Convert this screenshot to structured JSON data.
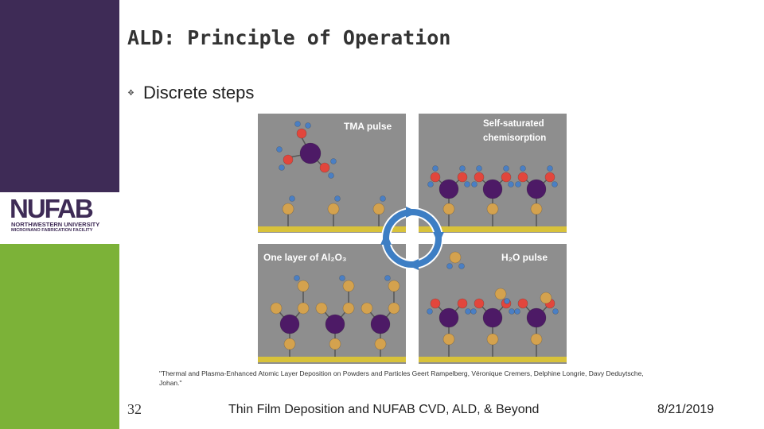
{
  "slide": {
    "title": "ALD: Principle of Operation",
    "bullets": [
      {
        "text": "Discrete steps"
      }
    ]
  },
  "logo": {
    "main": "NUFAB",
    "line1": "NORTHWESTERN UNIVERSITY",
    "line2": "MICRO/NANO FABRICATION FACILITY"
  },
  "diagram": {
    "panels": {
      "tma": "TMA pulse",
      "chemisorption_line1": "Self-saturated",
      "chemisorption_line2": "chemisorption",
      "layer": "One layer of Al₂O₃",
      "h2o": "H₂O pulse"
    }
  },
  "caption": "\"Thermal and Plasma-Enhanced Atomic Layer Deposition on Powders and Particles Geert Rampelberg, Véronique Cremers, Delphine Longrie, Davy Deduytsche, Johan.\"",
  "footer": {
    "slide_number": "32",
    "text": "Thin Film Deposition and NUFAB CVD,  ALD, & Beyond",
    "date": "8/21/2019"
  },
  "colors": {
    "sidebar_top": "#3e2b56",
    "sidebar_bottom": "#7cb238",
    "panel_bg": "#8e8e8e",
    "substrate": "#d8c23a",
    "aluminum": "#4d1a66",
    "oxygen": "#e2463c",
    "hydrogen": "#4a7fc4",
    "surface_atom": "#d4a24e",
    "arrow": "#3d7ec4"
  }
}
